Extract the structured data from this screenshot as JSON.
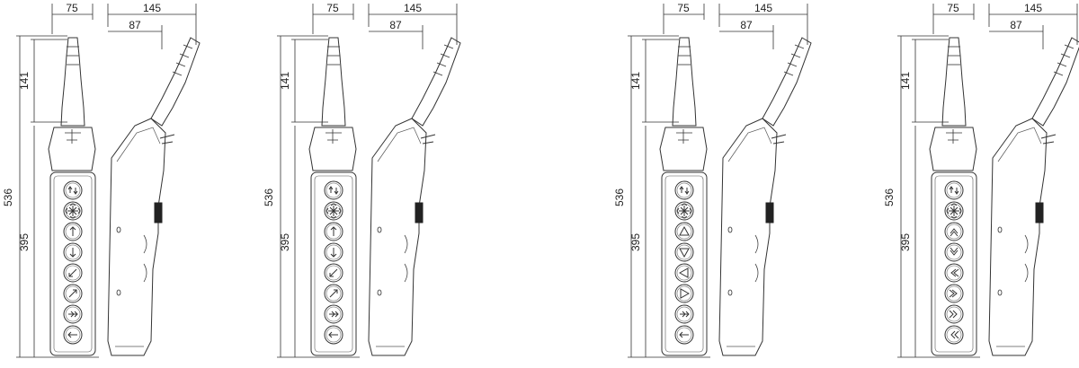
{
  "drawings": [
    {
      "dims": {
        "top_front": "75",
        "top_side": "145",
        "side_offset": "87",
        "total_height": "536",
        "head_height": "141",
        "body_height": "395"
      },
      "buttons": [
        "up-down",
        "star",
        "arrow-up",
        "arrow-down",
        "arrow-left",
        "arrow-right",
        "arrow-double",
        "arrow-back"
      ]
    },
    {
      "dims": {
        "top_front": "75",
        "top_side": "145",
        "side_offset": "87",
        "total_height": "536",
        "head_height": "141",
        "body_height": "395"
      },
      "buttons": [
        "up-down",
        "star",
        "arrow-up",
        "arrow-down",
        "arrow-left",
        "arrow-right",
        "arrow-double",
        "arrow-back"
      ]
    },
    {
      "dims": {
        "top_front": "75",
        "top_side": "145",
        "side_offset": "87",
        "total_height": "536",
        "head_height": "141",
        "body_height": "395"
      },
      "buttons": [
        "up-down",
        "star",
        "triangle-up",
        "triangle-down",
        "triangle-left",
        "triangle-right",
        "arrow-double",
        "arrow-back"
      ]
    },
    {
      "dims": {
        "top_front": "75",
        "top_side": "145",
        "side_offset": "87",
        "total_height": "536",
        "head_height": "141",
        "body_height": "395"
      },
      "buttons": [
        "up-down",
        "star",
        "chevron-up",
        "chevron-down",
        "chevron-left",
        "chevron-right",
        "chevron-double",
        "chevron-back"
      ]
    }
  ]
}
